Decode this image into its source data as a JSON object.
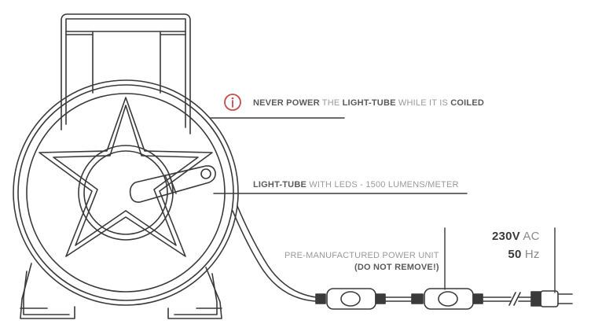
{
  "warning": {
    "icon": "info-circle-icon",
    "icon_color": "#c0504d",
    "part1": "NEVER POWER",
    "part2": " THE ",
    "part3": "LIGHT-TUBE",
    "part4": " WHILE IT IS ",
    "part5": "COILED"
  },
  "tube_label": {
    "part1": "LIGHT-TUBE",
    "part2": " WITH LEDS - 1500 LUMENS/METER"
  },
  "power_unit": {
    "line1": "PRE-MANUFACTURED POWER UNIT",
    "line2": "(DO NOT REMOVE!)"
  },
  "supply": {
    "voltage_value": "230V",
    "voltage_unit": " AC",
    "freq_value": "50",
    "freq_unit": " Hz"
  }
}
